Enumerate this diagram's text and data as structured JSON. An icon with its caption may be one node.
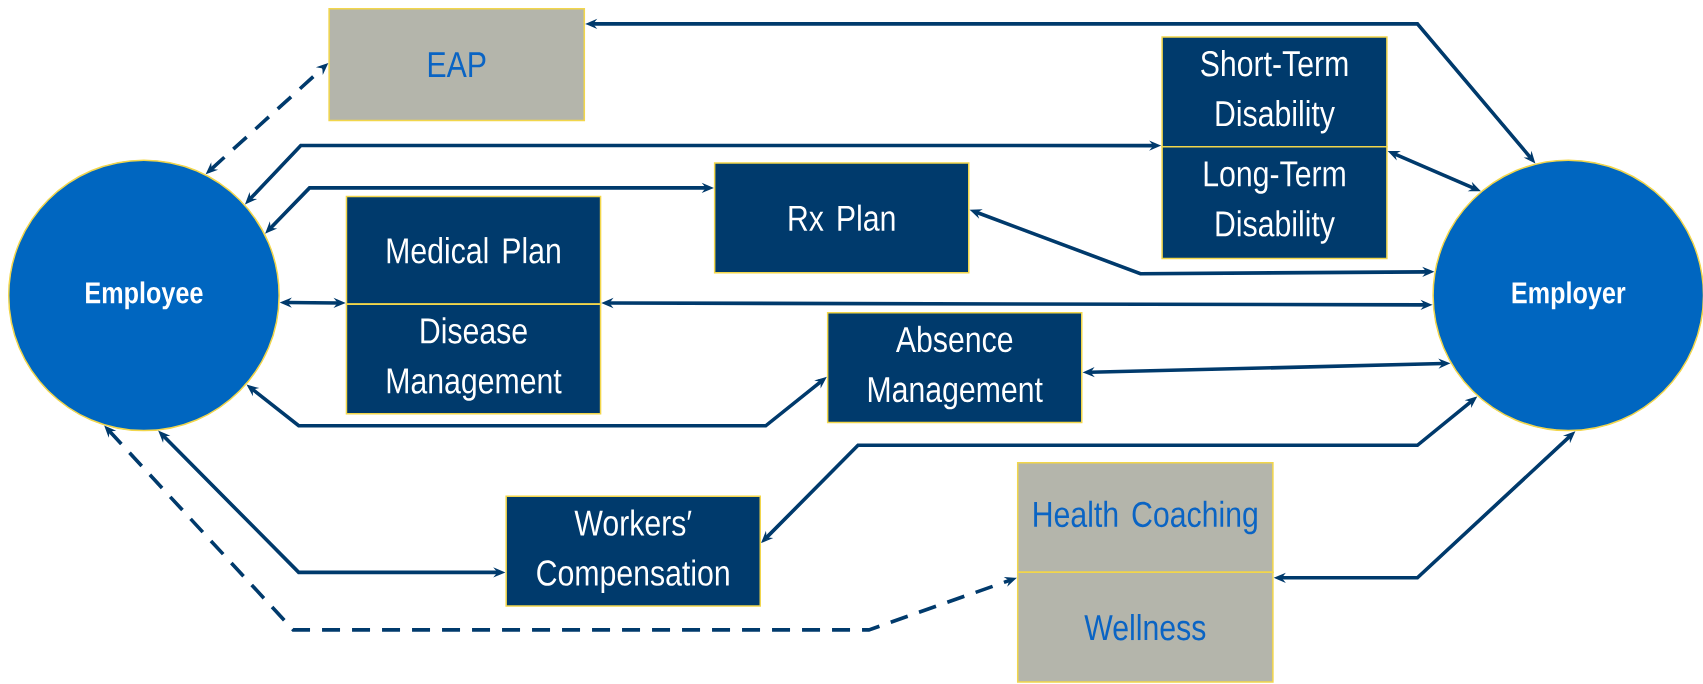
{
  "diagram": {
    "nodes": [
      {
        "text": [
          "EAP"
        ]
      },
      {
        "text": [
          "Short-Term Disability"
        ]
      },
      {
        "text": [
          "Long-Term Disability"
        ]
      },
      {
        "text": [
          "Rx Plan"
        ]
      },
      {
        "text": [
          "Employee"
        ]
      },
      {
        "text": [
          "Medical Plan"
        ]
      },
      {
        "text": [
          "Disease Management"
        ]
      },
      {
        "text": [
          "Employer"
        ]
      },
      {
        "text": [
          "Absence Management"
        ]
      },
      {
        "text": [
          "Health Coaching"
        ]
      },
      {
        "text": [
          "Workers′ Compensation"
        ]
      },
      {
        "text": [
          "Wellness"
        ]
      }
    ],
    "edges": [
      {
        "from": 7,
        "to": 0,
        "arrow": "both"
      },
      {
        "from": 4,
        "to": 0,
        "arrow": "both",
        "style": "dashed"
      },
      {
        "from": 4,
        "to": 1,
        "arrow": "both"
      },
      {
        "from": 4,
        "to": 3,
        "arrow": "both"
      },
      {
        "from": 2,
        "to": 7,
        "arrow": "both"
      },
      {
        "from": 3,
        "to": 7,
        "arrow": "both"
      },
      {
        "from": 4,
        "to": 5,
        "arrow": "both"
      },
      {
        "from": 5,
        "to": 7,
        "arrow": "both"
      },
      {
        "from": 4,
        "to": 8,
        "arrow": "both"
      },
      {
        "from": 8,
        "to": 7,
        "arrow": "both"
      },
      {
        "from": 10,
        "to": 7,
        "arrow": "both"
      },
      {
        "from": 4,
        "to": 10,
        "arrow": "both"
      },
      {
        "from": 4,
        "to": 11,
        "arrow": "both",
        "style": "dashed"
      },
      {
        "from": 11,
        "to": 7,
        "arrow": "both"
      }
    ]
  }
}
